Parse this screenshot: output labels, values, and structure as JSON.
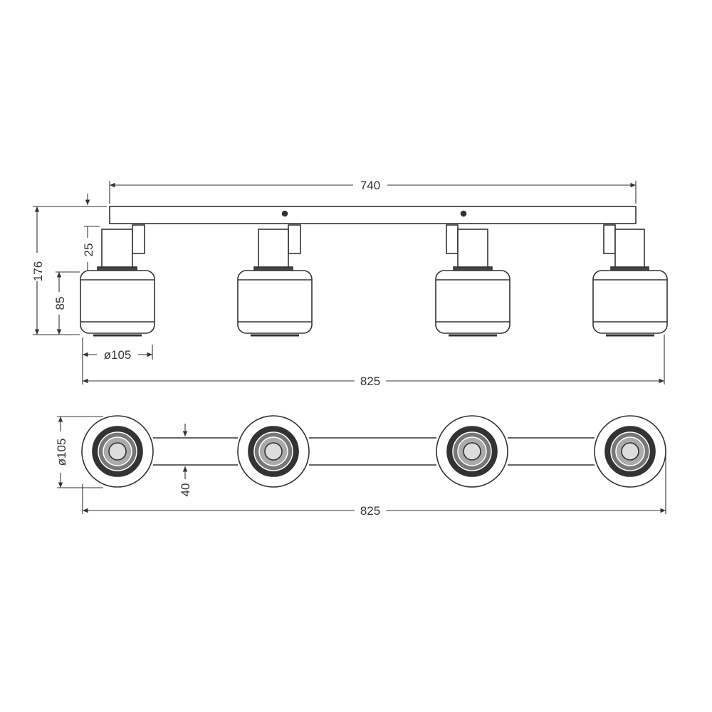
{
  "side_view": {
    "dim_bar_length": "740",
    "dim_total_height": "176",
    "dim_stem_height": "25",
    "dim_shade_height": "85",
    "dim_shade_diameter": "ø105",
    "dim_total_length": "825"
  },
  "bottom_view": {
    "dim_head_diameter": "ø105",
    "dim_bar_width": "40",
    "dim_total_length": "825"
  },
  "colors": {
    "line": "#333333",
    "background": "#ffffff"
  }
}
